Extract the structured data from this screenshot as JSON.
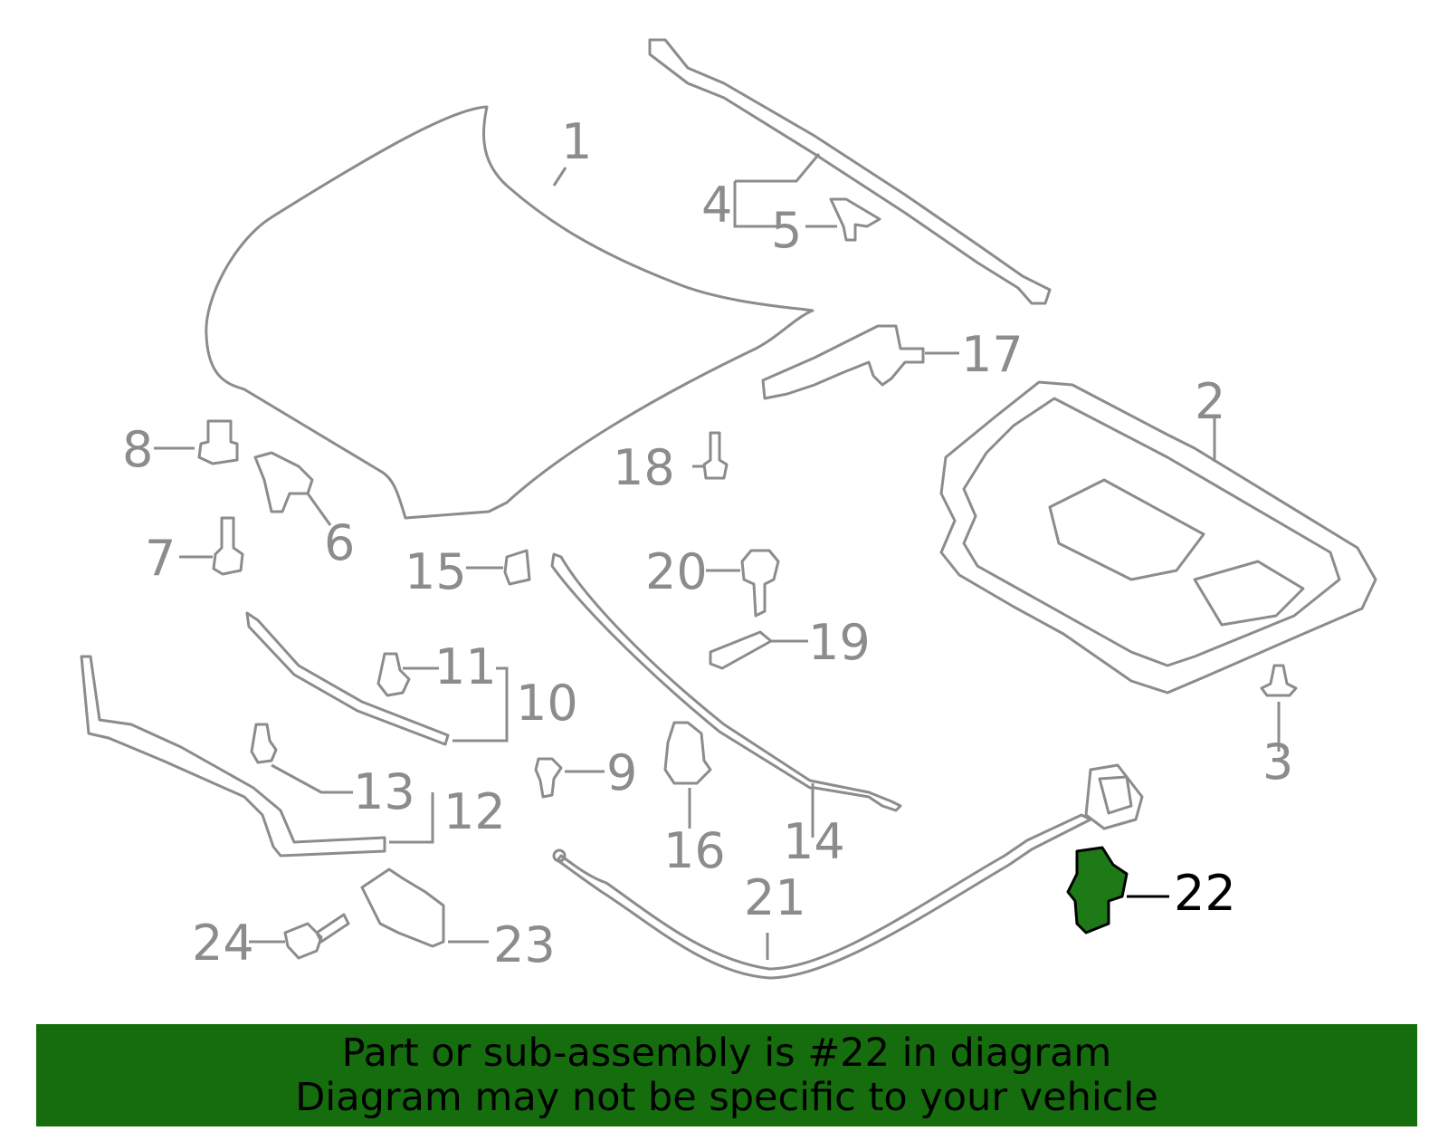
{
  "diagram": {
    "callouts": [
      {
        "id": "1",
        "label": "1"
      },
      {
        "id": "2",
        "label": "2"
      },
      {
        "id": "3",
        "label": "3"
      },
      {
        "id": "4",
        "label": "4"
      },
      {
        "id": "5",
        "label": "5"
      },
      {
        "id": "6",
        "label": "6"
      },
      {
        "id": "7",
        "label": "7"
      },
      {
        "id": "8",
        "label": "8"
      },
      {
        "id": "9",
        "label": "9"
      },
      {
        "id": "10",
        "label": "10"
      },
      {
        "id": "11",
        "label": "11"
      },
      {
        "id": "12",
        "label": "12"
      },
      {
        "id": "13",
        "label": "13"
      },
      {
        "id": "14",
        "label": "14"
      },
      {
        "id": "15",
        "label": "15"
      },
      {
        "id": "16",
        "label": "16"
      },
      {
        "id": "17",
        "label": "17"
      },
      {
        "id": "18",
        "label": "18"
      },
      {
        "id": "19",
        "label": "19"
      },
      {
        "id": "20",
        "label": "20"
      },
      {
        "id": "21",
        "label": "21"
      },
      {
        "id": "22",
        "label": "22"
      },
      {
        "id": "23",
        "label": "23"
      },
      {
        "id": "24",
        "label": "24"
      }
    ],
    "highlighted_part": "22",
    "colors": {
      "outline": "#8c8c8c",
      "highlight_fill": "#1e7a16",
      "banner_background": "#166d0e"
    }
  },
  "banner": {
    "line1": "Part or sub-assembly is #22 in diagram",
    "line2": "Diagram may not be specific to your vehicle"
  }
}
